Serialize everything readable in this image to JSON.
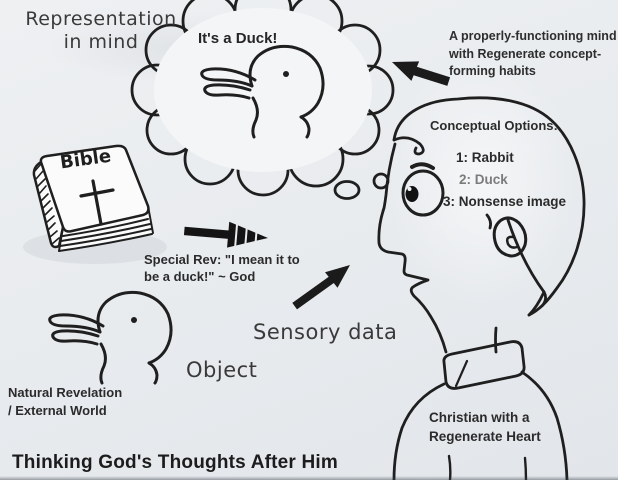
{
  "labels": {
    "representation_in_mind": "Representation\nin mind",
    "its_a_duck": "It's a Duck!",
    "properly_functioning_mind": "A properly-functioning mind\nwith Regenerate concept-\nforming habits",
    "special_revelation": "Special Rev: \"I mean it to\nbe a duck!\" ~ God",
    "sensory_data": "Sensory data",
    "object": "Object",
    "natural_revelation": "Natural Revelation\n/ External World",
    "christian_regenerate_heart": "Christian with a\nRegenerate Heart",
    "bible": "Bible",
    "footer_title": "Thinking God's Thoughts After Him"
  },
  "conceptual_options": {
    "heading": "Conceptual Options:",
    "options": [
      {
        "label": "1: Rabbit",
        "style": "strong"
      },
      {
        "label": "2: Duck",
        "style": "muted"
      },
      {
        "label": "3: Nonsense image",
        "style": "strong"
      }
    ]
  },
  "icons": [
    "regenerate-mind-arrow-icon",
    "special-rev-arrow-icon",
    "sensory-data-arrow-icon"
  ],
  "colors": {
    "ink": "#1f1f1f",
    "text": "#2b2b2b",
    "muted_text": "#7b7b7b",
    "paper": "#e9ebee",
    "bubble_fill": "#f4f5f7",
    "book_fill": "#fbfbfb"
  }
}
